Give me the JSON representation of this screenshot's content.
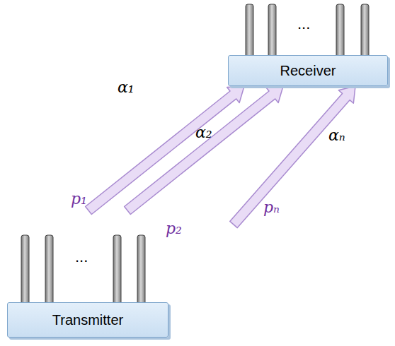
{
  "diagram": {
    "nodes": [
      {
        "text": [
          "Receiver"
        ]
      },
      {
        "text": [
          "Transmitter"
        ]
      }
    ],
    "edges": [
      {
        "from": 1,
        "to": 0,
        "arrow": "to",
        "label": "α₁"
      },
      {
        "from": 1,
        "to": 0,
        "arrow": "to",
        "label": "α₂"
      },
      {
        "from": 1,
        "to": 0,
        "arrow": "to",
        "label": "αₙ"
      }
    ],
    "labels": [
      "...",
      "p₁",
      "p₂",
      "pₙ",
      "..."
    ]
  }
}
